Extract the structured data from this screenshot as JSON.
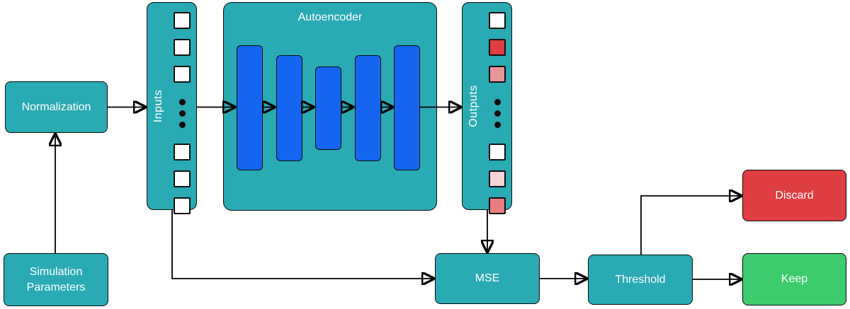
{
  "colors": {
    "teal": "#2aaab2",
    "blue": "#1465f0",
    "red": "#df3e42",
    "green": "#3ecb6e",
    "line": "#000000",
    "text": "#ffffff",
    "cell_border": "#111111"
  },
  "nodes": {
    "normalization": {
      "label": "Normalization"
    },
    "simulation_parameters": {
      "label": "Simulation Parameters"
    },
    "mse": {
      "label": "MSE"
    },
    "threshold": {
      "label": "Threshold"
    },
    "discard": {
      "label": "Discard"
    },
    "keep": {
      "label": "Keep"
    }
  },
  "inputs": {
    "label": "Inputs",
    "cells_top": [
      "#ffffff",
      "#ffffff",
      "#ffffff"
    ],
    "ellipsis_dots": 3,
    "cells_bottom": [
      "#ffffff",
      "#ffffff",
      "#ffffff"
    ]
  },
  "outputs": {
    "label": "Outputs",
    "cells_top": [
      "#ffffff",
      "#df3e42",
      "#ea9598"
    ],
    "ellipsis_dots": 3,
    "cells_bottom": [
      "#ffffff",
      "#f6d3d5",
      "#ea7d7e"
    ]
  },
  "autoencoder": {
    "title": "Autoencoder",
    "layer_bar_heights": [
      177,
      150,
      118,
      150,
      177
    ],
    "layer_bar_width": 37
  }
}
